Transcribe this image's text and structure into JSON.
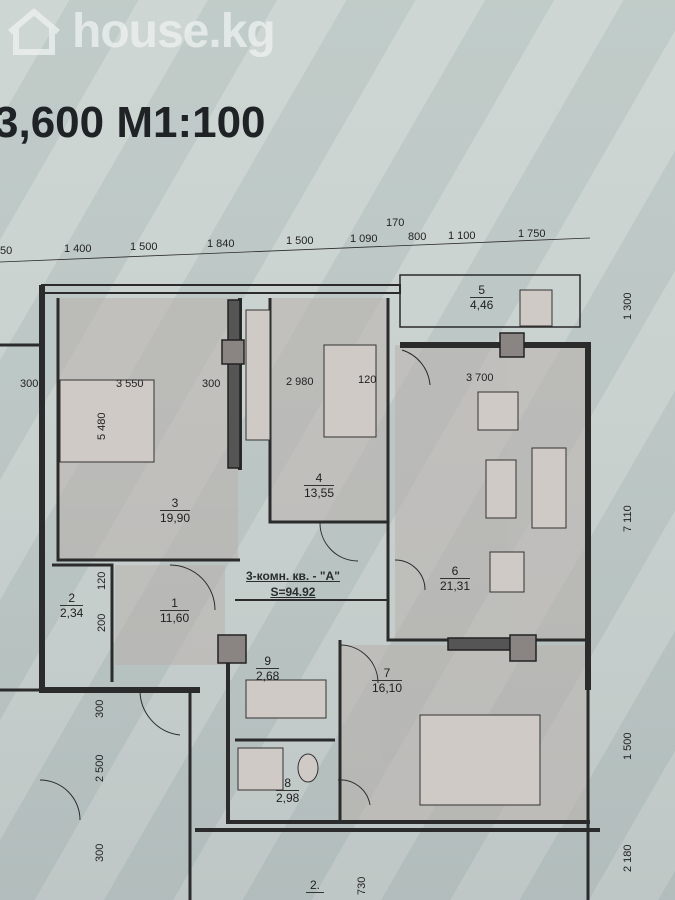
{
  "header": {
    "logo_text": "house.kg",
    "scale_title": "3,600 M1:100"
  },
  "apartment": {
    "type_label": "3-комн. кв. - \"A\"",
    "area_label": "S=94.92"
  },
  "rooms": [
    {
      "number": "1",
      "area": "11,60"
    },
    {
      "number": "2",
      "area": "2,34"
    },
    {
      "number": "3",
      "area": "19,90"
    },
    {
      "number": "4",
      "area": "13,55"
    },
    {
      "number": "5",
      "area": "4,46"
    },
    {
      "number": "6",
      "area": "21,31"
    },
    {
      "number": "7",
      "area": "16,10"
    },
    {
      "number": "8",
      "area": "2,98"
    },
    {
      "number": "9",
      "area": "2,68"
    },
    {
      "number": "2."
    }
  ],
  "top_dimensions": [
    "50",
    "1 400",
    "1 500",
    "1 840",
    "1 500",
    "1 090",
    "170",
    "800",
    "1 100",
    "1 750"
  ],
  "inner_dimensions": [
    "300",
    "3 550",
    "300",
    "2 980",
    "120",
    "3 700"
  ],
  "left_dimensions": [
    "5 480",
    "120",
    "200",
    "300",
    "2 500",
    "300"
  ],
  "right_dimensions": [
    "1 300",
    "7 110",
    "1 500",
    "2 180"
  ],
  "misc_dimensions": [
    "730"
  ]
}
